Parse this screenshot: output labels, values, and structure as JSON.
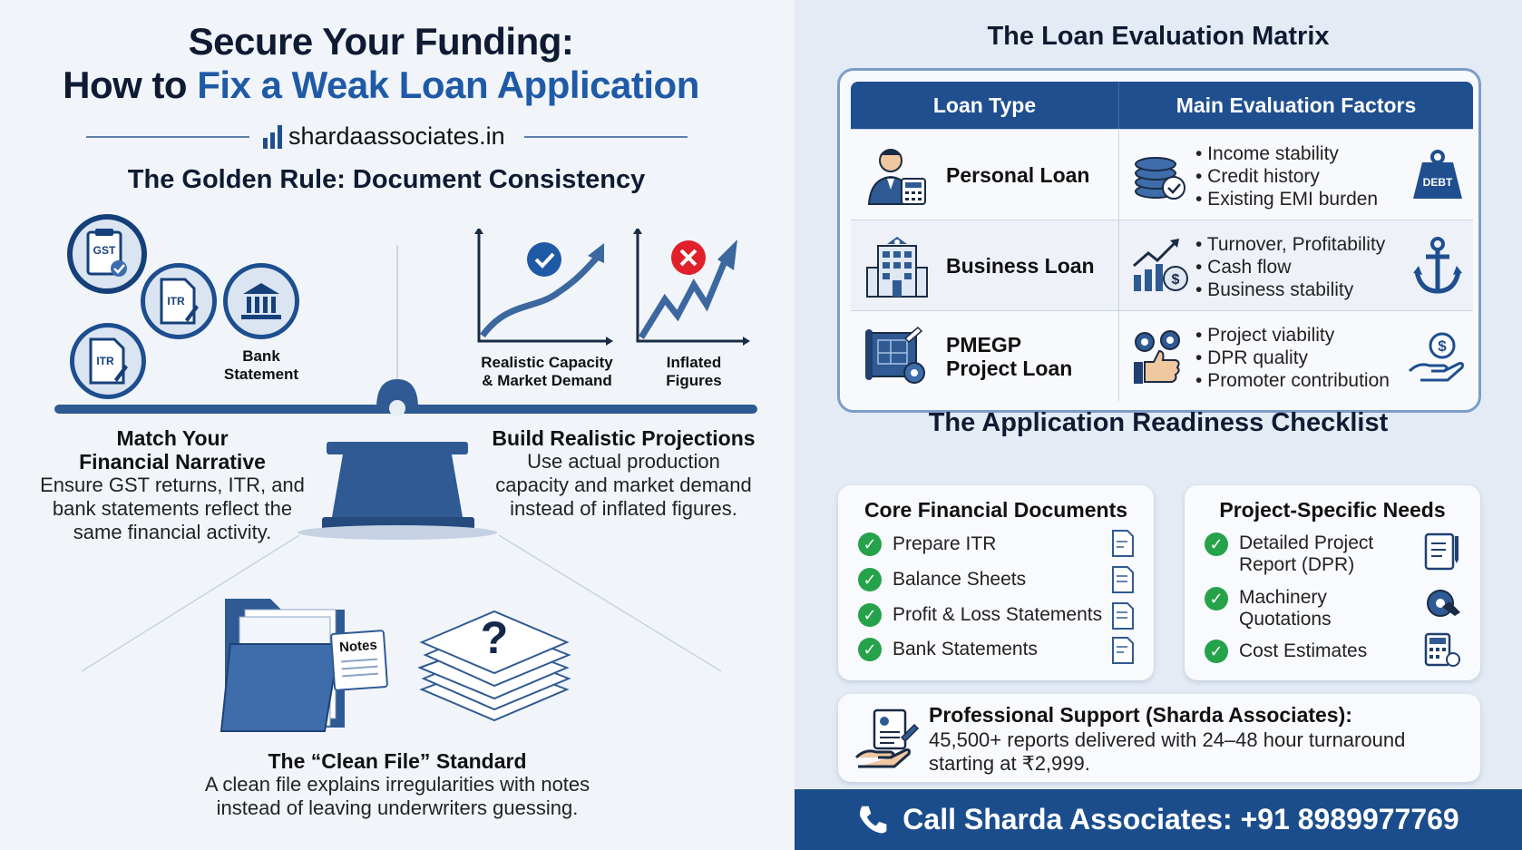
{
  "left": {
    "title_line1": "Secure Your Funding:",
    "title_line2_plain": "How to ",
    "title_line2_accent": "Fix a Weak Loan Application",
    "website": "shardaassociates.in",
    "golden_rule": "The Golden Rule: Document Consistency",
    "doc_icons": {
      "gst": "GST",
      "itr": "ITR",
      "bank_label": "Bank\nStatement"
    },
    "charts": {
      "realistic_label": "Realistic Capacity\n& Market Demand",
      "inflated_label": "Inflated\nFigures"
    },
    "match": {
      "heading": "Match Your\nFinancial Narrative",
      "body": "Ensure GST returns, ITR, and\nbank statements reflect the\nsame financial activity."
    },
    "build": {
      "heading": "Build Realistic Projections",
      "body": "Use actual production\ncapacity and market demand\ninstead of inflated figures."
    },
    "notes_label": "Notes",
    "clean_file": {
      "heading": "The “Clean File” Standard",
      "body": "A clean file explains irregularities with notes\ninstead of leaving underwriters guessing."
    }
  },
  "right": {
    "matrix_title": "The Loan Evaluation Matrix",
    "matrix_headers": [
      "Loan Type",
      "Main Evaluation Factors"
    ],
    "matrix_rows": [
      {
        "loan": "Personal Loan",
        "factors": [
          "• Income stability",
          "• Credit history",
          "• Existing EMI burden"
        ],
        "badge": "DEBT"
      },
      {
        "loan": "Business Loan",
        "factors": [
          "• Turnover, Profitability",
          "• Cash flow",
          "• Business stability"
        ]
      },
      {
        "loan": "PMEGP\nProject Loan",
        "factors": [
          "• Project viability",
          "• DPR quality",
          "• Promoter contribution"
        ],
        "coin": "$"
      }
    ],
    "checklist_title": "The Application Readiness Checklist",
    "core": {
      "title": "Core Financial Documents",
      "items": [
        "Prepare ITR",
        "Balance Sheets",
        "Profit & Loss Statements",
        "Bank Statements"
      ]
    },
    "project": {
      "title": "Project-Specific Needs",
      "items": [
        "Detailed Project\nReport (DPR)",
        "Machinery\nQuotations",
        "Cost Estimates"
      ]
    },
    "support": {
      "heading": "Professional Support (Sharda Associates):",
      "body": "45,500+ reports delivered with 24–48 hour turnaround\nstarting at ₹2,999."
    },
    "footer": "Call Sharda Associates: +91 8989977769"
  },
  "colors": {
    "navy": "#1f4f8f",
    "accent": "#1f5aa6",
    "check": "#25a24a",
    "cross": "#e0212b"
  },
  "icons": [
    "chart-bars-icon",
    "gst-doc-icon",
    "itr-doc-icon",
    "bank-icon",
    "balance-scale-icon",
    "check-icon",
    "cross-icon",
    "folder-icon",
    "notes-icon",
    "question-papers-icon",
    "businessman-icon",
    "coins-icon",
    "debt-weight-icon",
    "office-building-icon",
    "growth-chart-icon",
    "anchor-icon",
    "blueprint-icon",
    "gears-thumb-icon",
    "hand-coin-icon",
    "doc-pen-icon",
    "calculator-icon",
    "phone-icon"
  ]
}
